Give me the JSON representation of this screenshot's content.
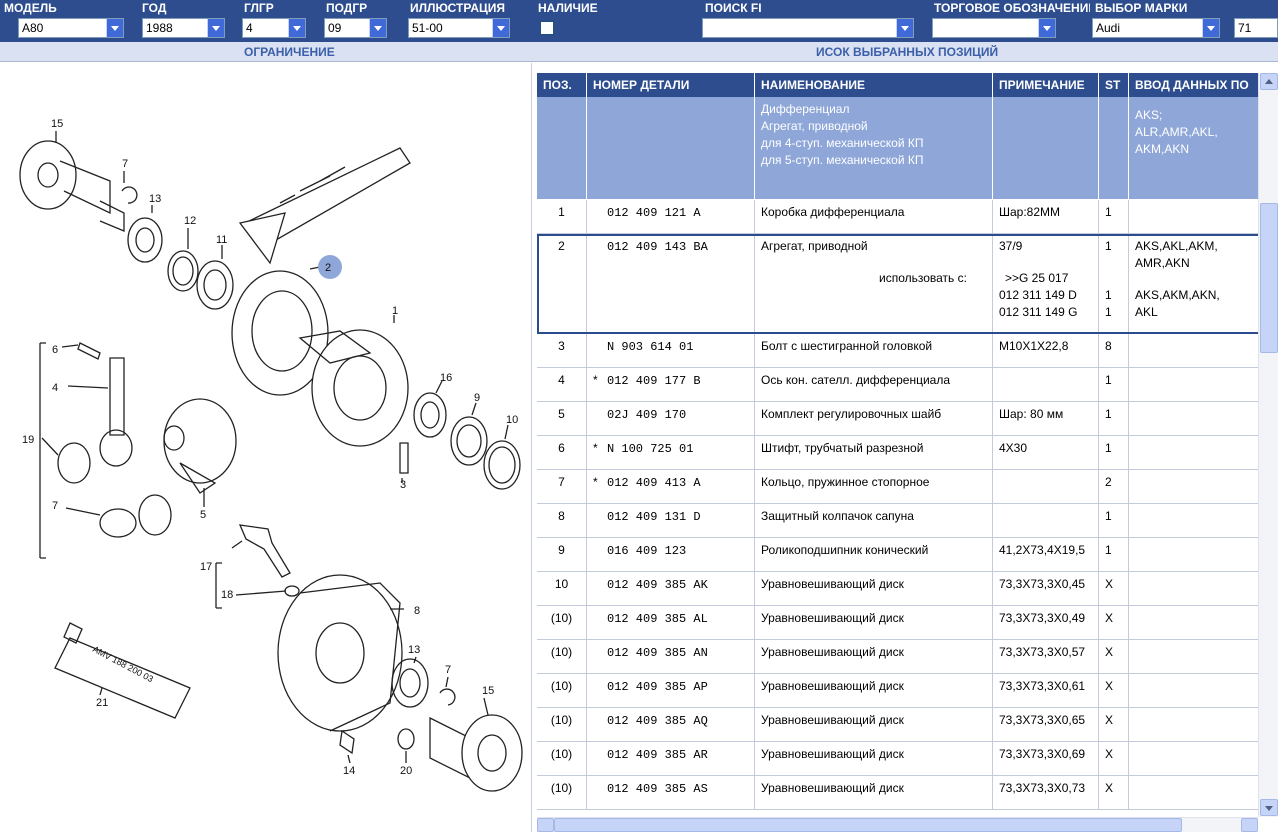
{
  "filters": [
    {
      "label": "МОДЕЛЬ",
      "value": "A80"
    },
    {
      "label": "ГОД",
      "value": "1988"
    },
    {
      "label": "ГЛГР",
      "value": "4"
    },
    {
      "label": "ПОДГР",
      "value": "09"
    },
    {
      "label": "ИЛЛЮСТРАЦИЯ",
      "value": "51-00"
    },
    {
      "label": "НАЛИЧИЕ"
    },
    {
      "label": "ПОИСК FI",
      "value": ""
    },
    {
      "label": "ТОРГОВОЕ ОБОЗНАЧЕНИЕ",
      "value": ""
    },
    {
      "label": "ВЫБОР МАРКИ",
      "value": "Audi"
    }
  ],
  "page_number": "71",
  "subheader": {
    "left": "ОГРАНИЧЕНИЕ",
    "right": "ИСОК ВЫБРАННЫХ ПОЗИЦИЙ"
  },
  "illustration": {
    "callouts": [
      "15",
      "7",
      "13",
      "12",
      "11",
      "2",
      "1",
      "6",
      "4",
      "19",
      "16",
      "9",
      "10",
      "3",
      "5",
      "7",
      "17",
      "18",
      "8",
      "13",
      "7",
      "15",
      "21",
      "14",
      "20"
    ],
    "tube_text": "AMV 188 200 03"
  },
  "table": {
    "headers": [
      "ПОЗ.",
      "НОМЕР ДЕТАЛИ",
      "НАИМЕНОВАНИЕ",
      "ПРИМЕЧАНИЕ",
      "ST",
      "ВВОД ДАННЫХ ПО"
    ],
    "group_row": {
      "name_lines": [
        "Дифференциал",
        "Агрегат, приводной",
        "для 4-ступ. механической КП",
        "для 5-ступ. механической КП"
      ],
      "data_lines": [
        "",
        "",
        "AKS;",
        "ALR,AMR,AKL,",
        "AKM,AKN"
      ]
    },
    "rows": [
      {
        "pos": "1",
        "star": "",
        "part": "012  409  121  A",
        "name": "Коробка дифференциала",
        "note": "Шар:82ММ",
        "st": "1",
        "data": ""
      },
      {
        "pos": "2",
        "star": "",
        "part": "012  409  143  BA",
        "name": "Агрегат, приводной",
        "name2": "использовать с:",
        "note": "37/9",
        "note2": ">>G    25 017",
        "note3": "012 311 149 D",
        "note4": "012 311 149 G",
        "st": "1",
        "st3": "1",
        "st4": "1",
        "data": "AKS,AKL,AKM,",
        "data2": "AMR,AKN",
        "data3": "AKS,AKM,AKN,",
        "data4": "AKL"
      },
      {
        "pos": "3",
        "star": "",
        "part": "N    903  614  01",
        "name": "Болт с шестигранной головкой",
        "note": "M10X1X22,8",
        "st": "8",
        "data": ""
      },
      {
        "pos": "4",
        "star": "*",
        "part": "012  409  177  B",
        "name": "Ось кон. сателл. дифференциала",
        "note": "",
        "st": "1",
        "data": ""
      },
      {
        "pos": "5",
        "star": "",
        "part": "02J  409  170",
        "name": "Комплект регулировочных шайб",
        "note": "Шар: 80 мм",
        "st": "1",
        "data": ""
      },
      {
        "pos": "6",
        "star": "*",
        "part": "N    100  725  01",
        "name": "Штифт, трубчатый разрезной",
        "note": "4X30",
        "st": "1",
        "data": ""
      },
      {
        "pos": "7",
        "star": "*",
        "part": "012  409  413  A",
        "name": "Кольцо, пружинное стопорное",
        "note": "",
        "st": "2",
        "data": ""
      },
      {
        "pos": "8",
        "star": "",
        "part": "012  409  131  D",
        "name": "Защитный колпачок сапуна",
        "note": "",
        "st": "1",
        "data": ""
      },
      {
        "pos": "9",
        "star": "",
        "part": "016  409  123",
        "name": "Роликоподшипник конический",
        "note": "41,2X73,4X19,5",
        "st": "1",
        "data": ""
      },
      {
        "pos": "10",
        "star": "",
        "part": "012  409  385  AK",
        "name": "Уравновешивающий диск",
        "note": "73,3X73,3X0,45",
        "st": "X",
        "data": ""
      },
      {
        "pos": "(10)",
        "star": "",
        "part": "012  409  385  AL",
        "name": "Уравновешивающий диск",
        "note": "73,3X73,3X0,49",
        "st": "X",
        "data": ""
      },
      {
        "pos": "(10)",
        "star": "",
        "part": "012  409  385  AN",
        "name": "Уравновешивающий диск",
        "note": "73,3X73,3X0,57",
        "st": "X",
        "data": ""
      },
      {
        "pos": "(10)",
        "star": "",
        "part": "012  409  385  AP",
        "name": "Уравновешивающий диск",
        "note": "73,3X73,3X0,61",
        "st": "X",
        "data": ""
      },
      {
        "pos": "(10)",
        "star": "",
        "part": "012  409  385  AQ",
        "name": "Уравновешивающий диск",
        "note": "73,3X73,3X0,65",
        "st": "X",
        "data": ""
      },
      {
        "pos": "(10)",
        "star": "",
        "part": "012  409  385  AR",
        "name": "Уравновешивающий диск",
        "note": "73,3X73,3X0,69",
        "st": "X",
        "data": ""
      },
      {
        "pos": "(10)",
        "star": "",
        "part": "012  409  385  AS",
        "name": "Уравновешивающий диск",
        "note": "73,3X73,3X0,73",
        "st": "X",
        "data": ""
      }
    ]
  },
  "colors": {
    "header_bg": "#2d4d8f",
    "group_bg": "#8ea6d8",
    "subheader_text": "#3b5fa8",
    "highlight_circle": "#8ea6d8"
  },
  "icons": {
    "dropdown": "chevron-down-icon",
    "checkbox": "checkbox-icon",
    "scroll_up": "scroll-up-icon",
    "scroll_down": "scroll-down-icon",
    "scroll_left": "scroll-left-icon",
    "scroll_right": "scroll-right-icon"
  }
}
